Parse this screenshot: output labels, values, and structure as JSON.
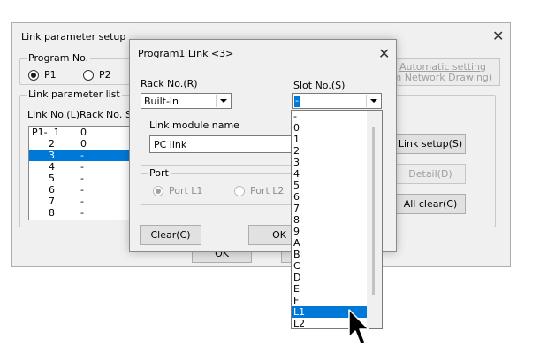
{
  "main_window": {
    "title": "Link parameter setup",
    "program_group_label": "Program No.",
    "program_options": [
      {
        "label": "P1",
        "selected": true
      },
      {
        "label": "P2",
        "selected": false
      }
    ],
    "list_group_label": "Link parameter list",
    "col_link_no": "Link No.(L)",
    "col_rack_no": "Rack No.",
    "col_slot_fragment": "S",
    "rows": [
      {
        "link": "P1-  1",
        "rack": "0"
      },
      {
        "link": "2",
        "rack": "0"
      },
      {
        "link": "3",
        "rack": "-"
      },
      {
        "link": "4",
        "rack": "-"
      },
      {
        "link": "5",
        "rack": "-"
      },
      {
        "link": "6",
        "rack": "-"
      },
      {
        "link": "7",
        "rack": "-"
      },
      {
        "link": "8",
        "rack": "-"
      }
    ],
    "selected_row": 2,
    "auto_setting_line1": "Automatic setting",
    "auto_setting_line2": "om Network Drawing)",
    "link_setup_label": "Link setup(S)",
    "detail_label": "Detail(D)",
    "all_clear_label": "All clear(C)",
    "ok_fragment": "OK"
  },
  "dialog": {
    "title": "Program1  Link <3>",
    "rack_label": "Rack No.(R)",
    "rack_value": "Built-in",
    "slot_label": "Slot No.(S)",
    "slot_value": "-",
    "module_group_label": "Link module name",
    "module_value": "PC link",
    "port_group_label": "Port",
    "port_l1": "Port L1",
    "port_l2": "Port L2",
    "clear_label": "Clear(C)",
    "ok_label": "OK"
  },
  "slot_dropdown": {
    "options": [
      "-",
      "0",
      "1",
      "2",
      "3",
      "4",
      "5",
      "6",
      "7",
      "8",
      "9",
      "A",
      "B",
      "C",
      "D",
      "E",
      "F",
      "L1",
      "L2"
    ],
    "highlighted": "L1"
  }
}
